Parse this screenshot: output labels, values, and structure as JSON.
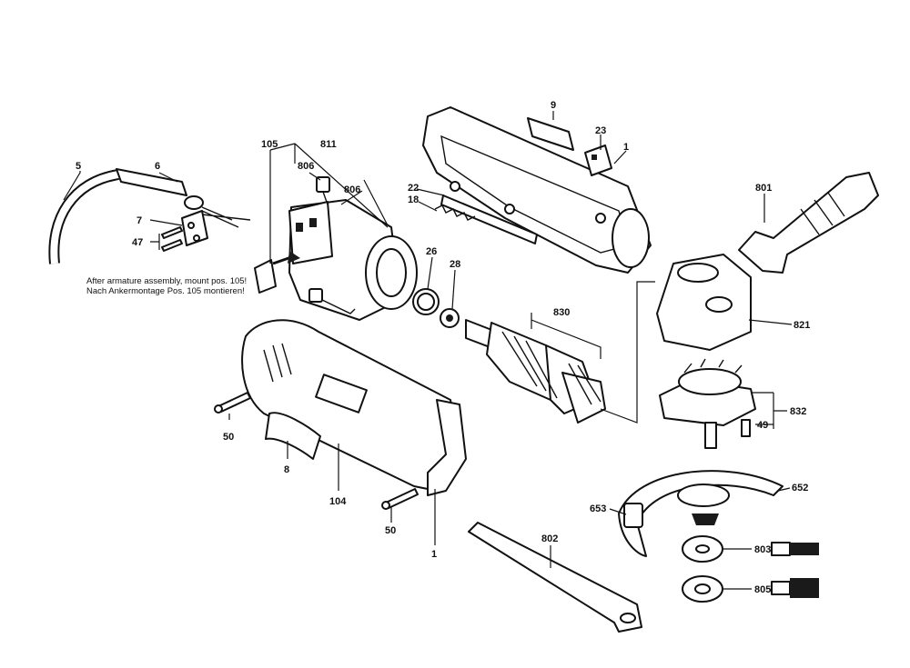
{
  "note": {
    "line1": "After armature assembly, mount pos. 105!",
    "line2": "Nach Ankermontage Pos. 105 montieren!"
  },
  "labels": {
    "5": "5",
    "6": "6",
    "7": "7",
    "47": "47",
    "105": "105",
    "811": "811",
    "806a": "806",
    "806b": "806",
    "9": "9",
    "23": "23",
    "1a": "1",
    "22": "22",
    "18": "18",
    "26": "26",
    "28": "28",
    "830": "830",
    "801": "801",
    "821": "821",
    "832": "832",
    "49": "49",
    "50a": "50",
    "8": "8",
    "104": "104",
    "50b": "50",
    "1b": "1",
    "652": "652",
    "653": "653",
    "802": "802",
    "803": "803",
    "805": "805"
  }
}
